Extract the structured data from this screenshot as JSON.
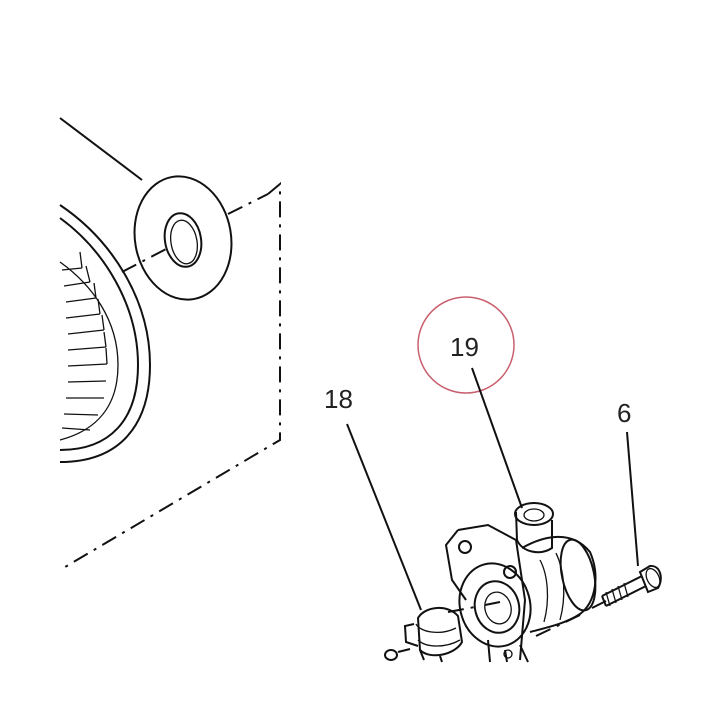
{
  "callouts": [
    {
      "id": "19",
      "label": "19",
      "highlighted": true
    },
    {
      "id": "18",
      "label": "18",
      "highlighted": false
    },
    {
      "id": "6",
      "label": "6",
      "highlighted": false
    }
  ],
  "colors": {
    "line": "#111111",
    "highlight_ring": "#c9606e",
    "background": "#ffffff"
  }
}
